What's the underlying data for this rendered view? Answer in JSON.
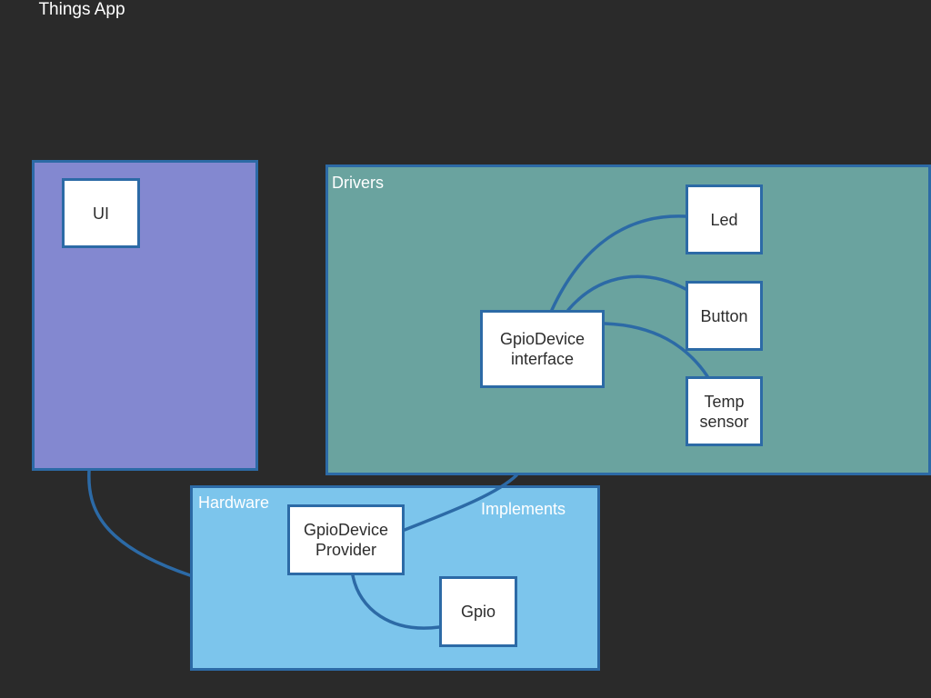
{
  "regions": {
    "things_app": "Things App",
    "drivers": "Drivers",
    "hardware": "Hardware",
    "implements": "Implements"
  },
  "nodes": {
    "ui": "UI",
    "gpio_device_interface": "GpioDevice\ninterface",
    "led": "Led",
    "button": "Button",
    "temp_sensor": "Temp\nsensor",
    "gpio_device_provider": "GpioDevice\nProvider",
    "gpio": "Gpio"
  },
  "colors": {
    "background": "#2a2a2a",
    "things_app_fill": "#8388d0",
    "drivers_fill": "#6aa39f",
    "hardware_fill": "#7cc5ec",
    "connector": "#2c6aa6",
    "node_fill": "#ffffff"
  }
}
